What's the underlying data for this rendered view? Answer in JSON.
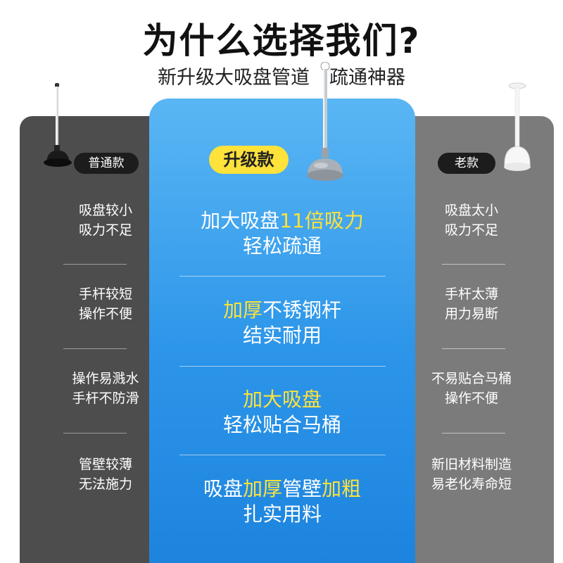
{
  "header": {
    "title": "为什么选择我们?",
    "subtitle_left": "新升级大吸盘管道",
    "subtitle_right": "疏通神器"
  },
  "columns": {
    "left": {
      "badge": "普通款",
      "items": [
        {
          "line1": "吸盘较小",
          "line2": "吸力不足"
        },
        {
          "line1": "手杆较短",
          "line2": "操作不便"
        },
        {
          "line1": "操作易溅水",
          "line2": "手杆不防滑"
        },
        {
          "line1": "管壁较薄",
          "line2": "无法施力"
        }
      ]
    },
    "middle": {
      "badge": "升级款",
      "items": [
        {
          "l1_a": "加大吸盘",
          "l1_b": "11倍吸力",
          "l1_c": "",
          "l1_d": "",
          "line2": "轻松疏通"
        },
        {
          "l1_a": "加厚",
          "l1_b": "不锈钢杆",
          "l1_c": "",
          "l1_d": "",
          "line2": "结实耐用"
        },
        {
          "l1_a": "加大吸盘",
          "l1_b": "",
          "l1_c": "",
          "l1_d": "",
          "line2": "轻松贴合马桶"
        },
        {
          "l1_a": "吸盘",
          "l1_b": "加厚",
          "l1_c": "管壁",
          "l1_d": "加粗",
          "line2": "扎实用料"
        }
      ]
    },
    "right": {
      "badge": "老款",
      "items": [
        {
          "line1": "吸盘太小",
          "line2": "吸力不足"
        },
        {
          "line1": "手杆太薄",
          "line2": "用力易断"
        },
        {
          "line1": "不易贴合马桶",
          "line2": "操作不便"
        },
        {
          "line1": "新旧材料制造",
          "line2": "易老化寿命短"
        }
      ]
    }
  },
  "colors": {
    "highlight": "#ffe23a",
    "left_panel": "#4d4d4d",
    "right_panel": "#7b7b7b",
    "middle_panel": "#2c95e9"
  },
  "icons": {
    "left_product": "black-plunger-icon",
    "middle_product": "steel-plunger-icon",
    "right_product": "white-plunger-icon"
  }
}
